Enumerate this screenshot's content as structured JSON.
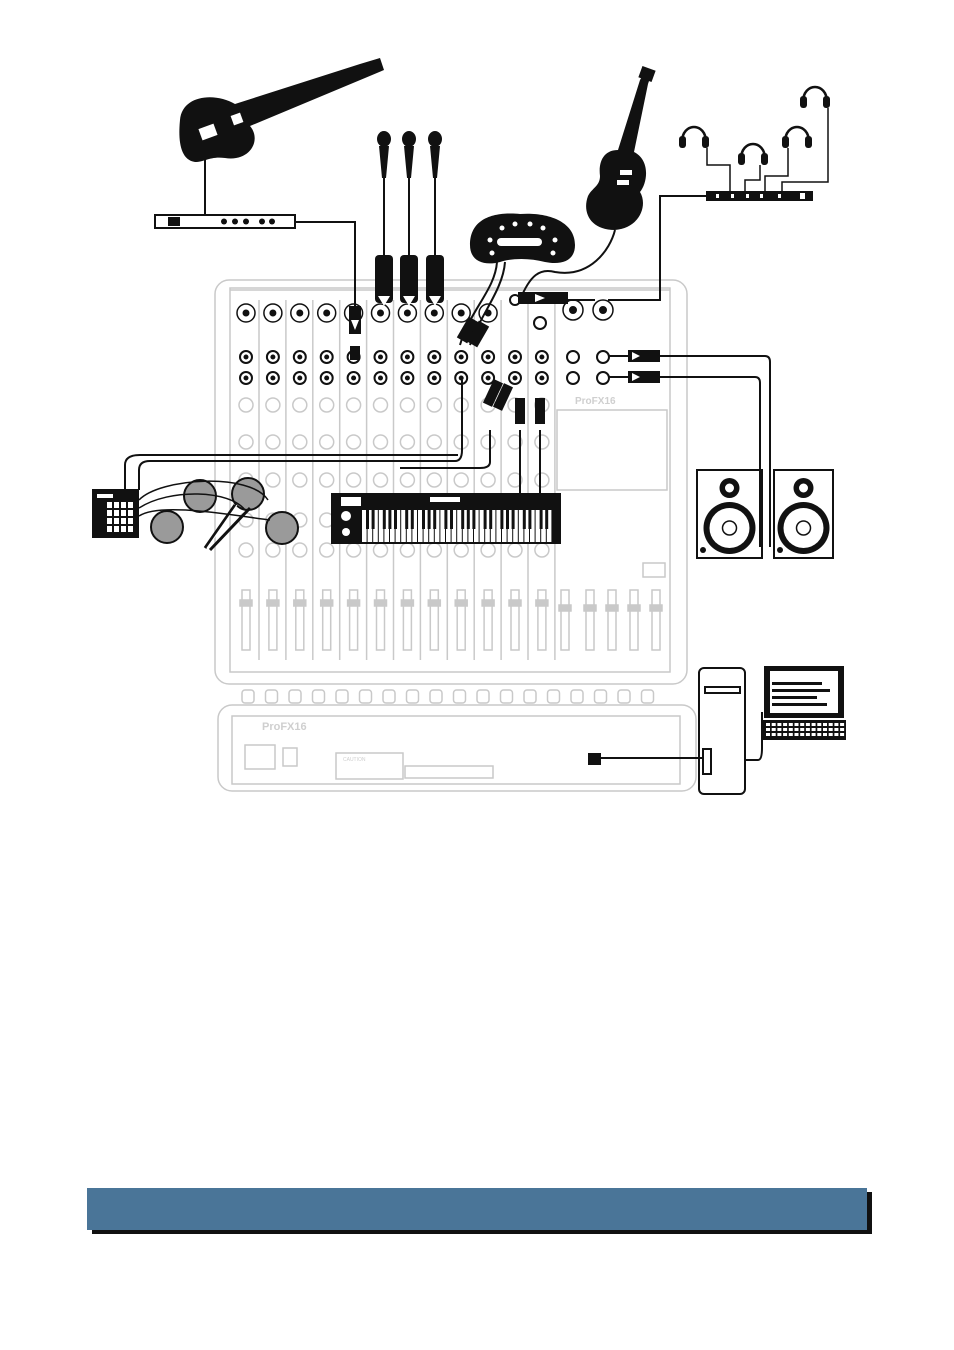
{
  "document": {
    "mixer_top_logo": "ProFX16",
    "mixer_rear_logo": "ProFX16",
    "rear_caution_label": "CAUTION"
  },
  "colors": {
    "ink": "#111111",
    "mixer_outline": "#c9c9c9",
    "banner": "#4a7598",
    "drum_pad": "#9a9a9a"
  },
  "devices": [
    "bass-guitar-icon",
    "effects-rack-icon",
    "microphone-icon",
    "stereo-guitar-amp-icon",
    "electric-guitar-icon",
    "headphone-amp-icon",
    "headphones-icon",
    "drum-machine-icon",
    "electronic-drum-pads-icon",
    "keyboard-controller-icon",
    "studio-monitor-icon",
    "computer-tower-icon",
    "laptop-icon",
    "mixer-top-panel",
    "mixer-rear-panel"
  ]
}
